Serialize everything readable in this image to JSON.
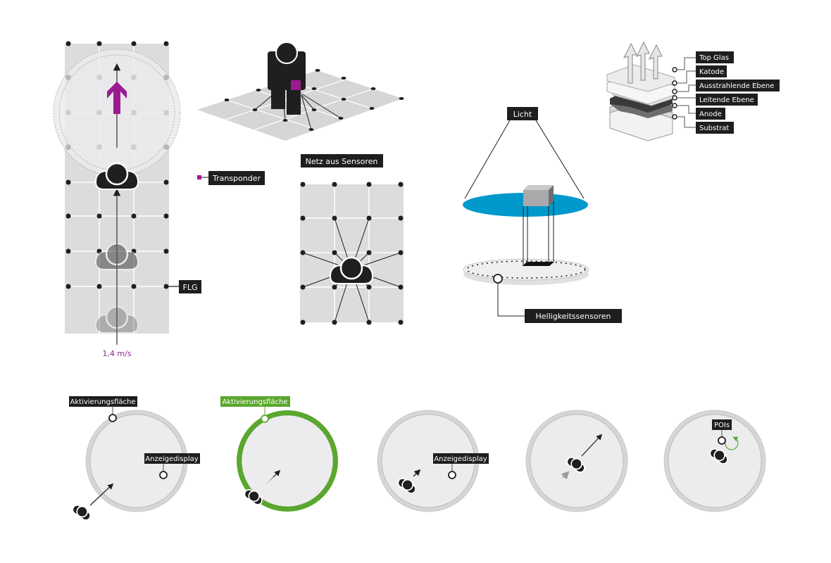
{
  "colors": {
    "label_bg": "#1e1e1e",
    "label_text": "#ffffff",
    "grid_fill": "#dcdcde",
    "magenta": "#9c1a8f",
    "speed_text": "#8b2a8b",
    "light_blue": "#0099cc",
    "active_green": "#5aa72d",
    "figure": "#1f1f1f",
    "zone_fill": "#ececee",
    "zone_ring": "#d4d4d6"
  },
  "panel_corridor": {
    "speed_label": "1,4 m/s",
    "flg_label": "FLG",
    "icons": [
      "arrow-up-icon",
      "person-top-view-icon"
    ]
  },
  "panel_iso": {
    "transponder_label": "Transponder",
    "icons": [
      "person-iso-icon",
      "transponder-icon"
    ]
  },
  "panel_sensor_net": {
    "title": "Netz aus Sensoren",
    "icons": [
      "person-top-view-icon"
    ]
  },
  "panel_light": {
    "light_label": "Licht",
    "sensor_label": "Helligkeitssensoren",
    "icons": [
      "light-disc-icon",
      "cube-icon"
    ]
  },
  "panel_oled": {
    "layers": [
      "Top Glas",
      "Katode",
      "Ausstrahlende Ebene",
      "Leitende Ebene",
      "Anode",
      "Substrat"
    ],
    "icons": [
      "oled-stack-icon",
      "light-emission-arrow-icon"
    ]
  },
  "sequence": [
    {
      "labels": [
        "Aktivierungsfläche",
        "Anzeigedisplay"
      ],
      "active": false
    },
    {
      "labels": [
        "Aktivierungsfläche"
      ],
      "active": true
    },
    {
      "labels": [
        "Anzeigedisplay"
      ],
      "active": false
    },
    {
      "labels": [],
      "active": false
    },
    {
      "labels": [
        "POIs"
      ],
      "active": false
    }
  ]
}
